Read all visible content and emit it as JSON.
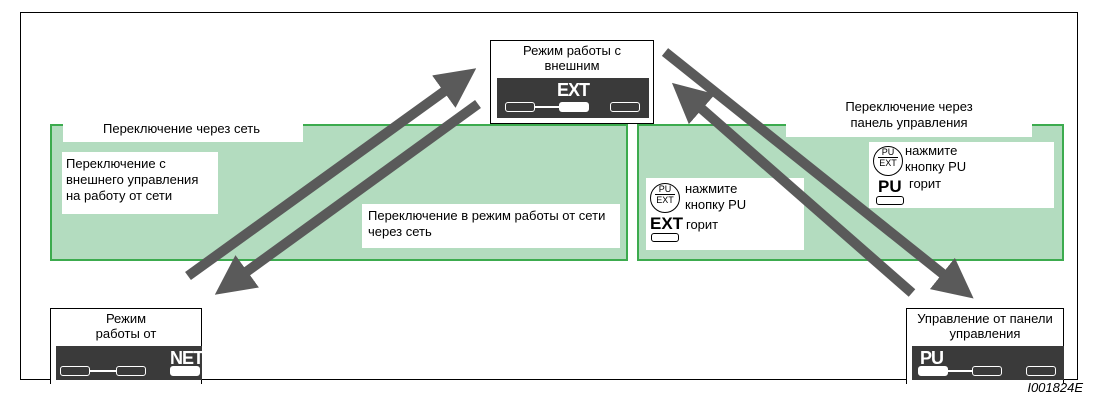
{
  "modes": {
    "external": {
      "title": "Режим работы с внешним управлением",
      "display": "EXT"
    },
    "network": {
      "title": "Режим работы от сети",
      "display": "NET"
    },
    "pu": {
      "title": "Управление от панели управления",
      "display": "PU"
    }
  },
  "network_switch": {
    "header": "Переключение через сеть",
    "ext_to_net": "Переключение с внешнего управления на работу от сети",
    "net_to_ext": "Переключение в режим работы от сети через сеть"
  },
  "panel_switch": {
    "header": "Переключение через панель управления",
    "to_pu": {
      "key_top": "PU",
      "key_bottom": "EXT",
      "instruction": "нажмите кнопку PU",
      "indicator": "PU",
      "status": "горит"
    },
    "to_ext": {
      "key_top": "PU",
      "key_bottom": "EXT",
      "instruction": "нажмите кнопку PU",
      "indicator": "EXT",
      "status": "горит"
    }
  },
  "figure_id": "I001824E",
  "colors": {
    "green_fill": "#b3dcbf",
    "green_border": "#3cab4e",
    "arrow": "#5a5a5a",
    "panel": "#3a3a3a"
  }
}
